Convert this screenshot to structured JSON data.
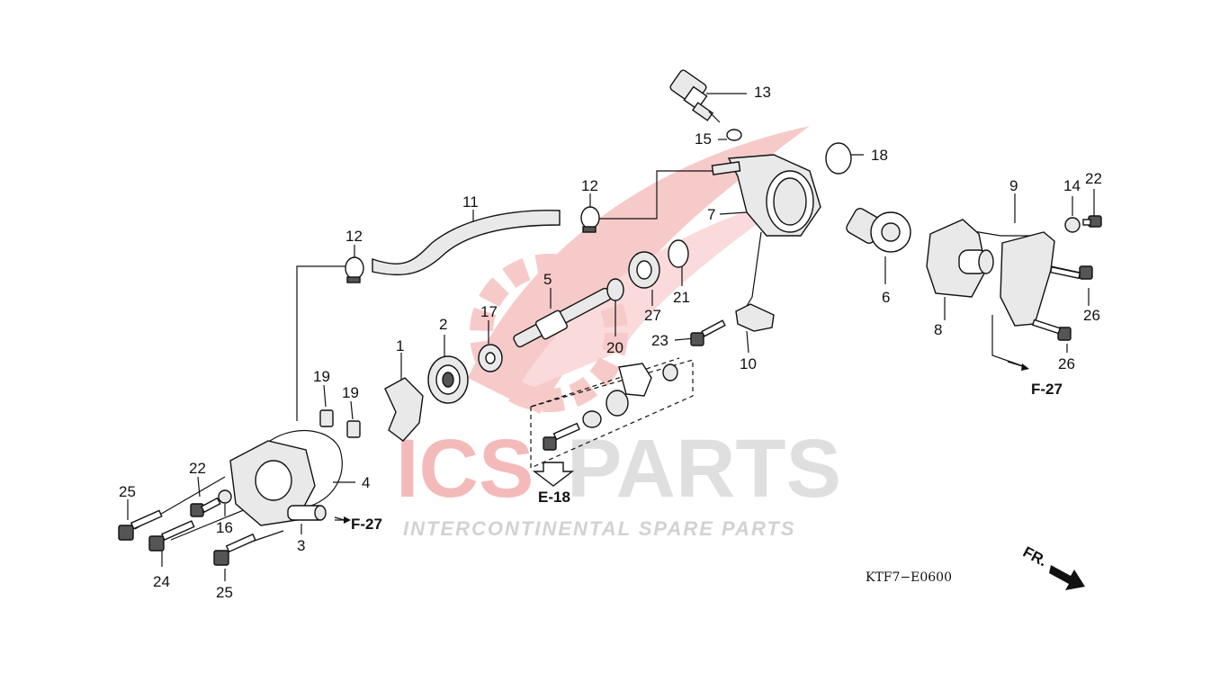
{
  "diagram": {
    "code": "KTF7−E0600",
    "callouts": {
      "p1": "1",
      "p2": "2",
      "p3": "3",
      "p4": "4",
      "p5": "5",
      "p6": "6",
      "p7": "7",
      "p8": "8",
      "p9": "9",
      "p10": "10",
      "p11": "11",
      "p12a": "12",
      "p12b": "12",
      "p13": "13",
      "p14": "14",
      "p15": "15",
      "p16": "16",
      "p17": "17",
      "p18": "18",
      "p19a": "19",
      "p19b": "19",
      "p20": "20",
      "p21": "21",
      "p22a": "22",
      "p22b": "22",
      "p23": "23",
      "p24": "24",
      "p25a": "25",
      "p25b": "25",
      "p26a": "26",
      "p26b": "26",
      "p27": "27"
    },
    "references": {
      "f27_left": "F-27",
      "f27_right": "F-27",
      "e18": "E-18"
    },
    "direction_marker": "FR."
  },
  "watermark": {
    "brand_ics": "ICS",
    "brand_parts": "PARTS",
    "tagline": "INTERCONTINENTAL SPARE PARTS",
    "ics_color": "#e23b3b",
    "parts_color": "#b9b9b9",
    "logo_color": "#f2a0a0"
  }
}
